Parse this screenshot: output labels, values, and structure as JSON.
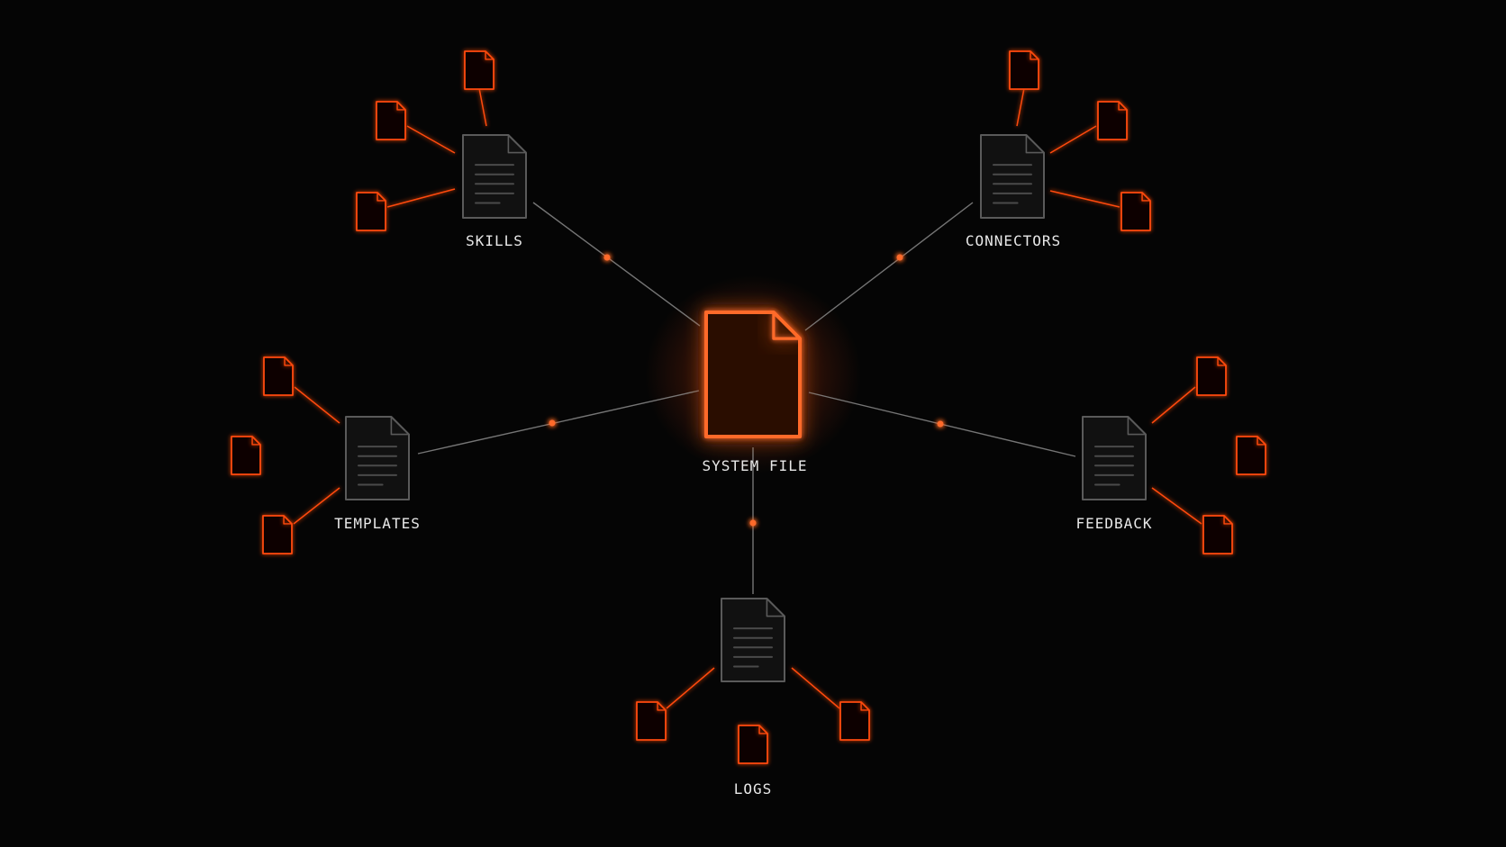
{
  "colors": {
    "background": "#050505",
    "accent": "#ff4a10",
    "accent_glow": "#ff6a2a",
    "hub_stroke": "#5a5a5a",
    "hub_lines": "#4a4a4a",
    "connector_line": "#8a8a8a",
    "label_text": "#e8e8e8"
  },
  "center": {
    "label": "SYSTEM FILE",
    "icon": "document-icon"
  },
  "hubs": [
    {
      "id": "skills",
      "label": "SKILLS",
      "icon": "document-icon",
      "children": 3
    },
    {
      "id": "connectors",
      "label": "CONNECTORS",
      "icon": "document-icon",
      "children": 3
    },
    {
      "id": "templates",
      "label": "TEMPLATES",
      "icon": "document-icon",
      "children": 3
    },
    {
      "id": "feedback",
      "label": "FEEDBACK",
      "icon": "document-icon",
      "children": 3
    },
    {
      "id": "logs",
      "label": "LOGS",
      "icon": "document-icon",
      "children": 3
    }
  ]
}
